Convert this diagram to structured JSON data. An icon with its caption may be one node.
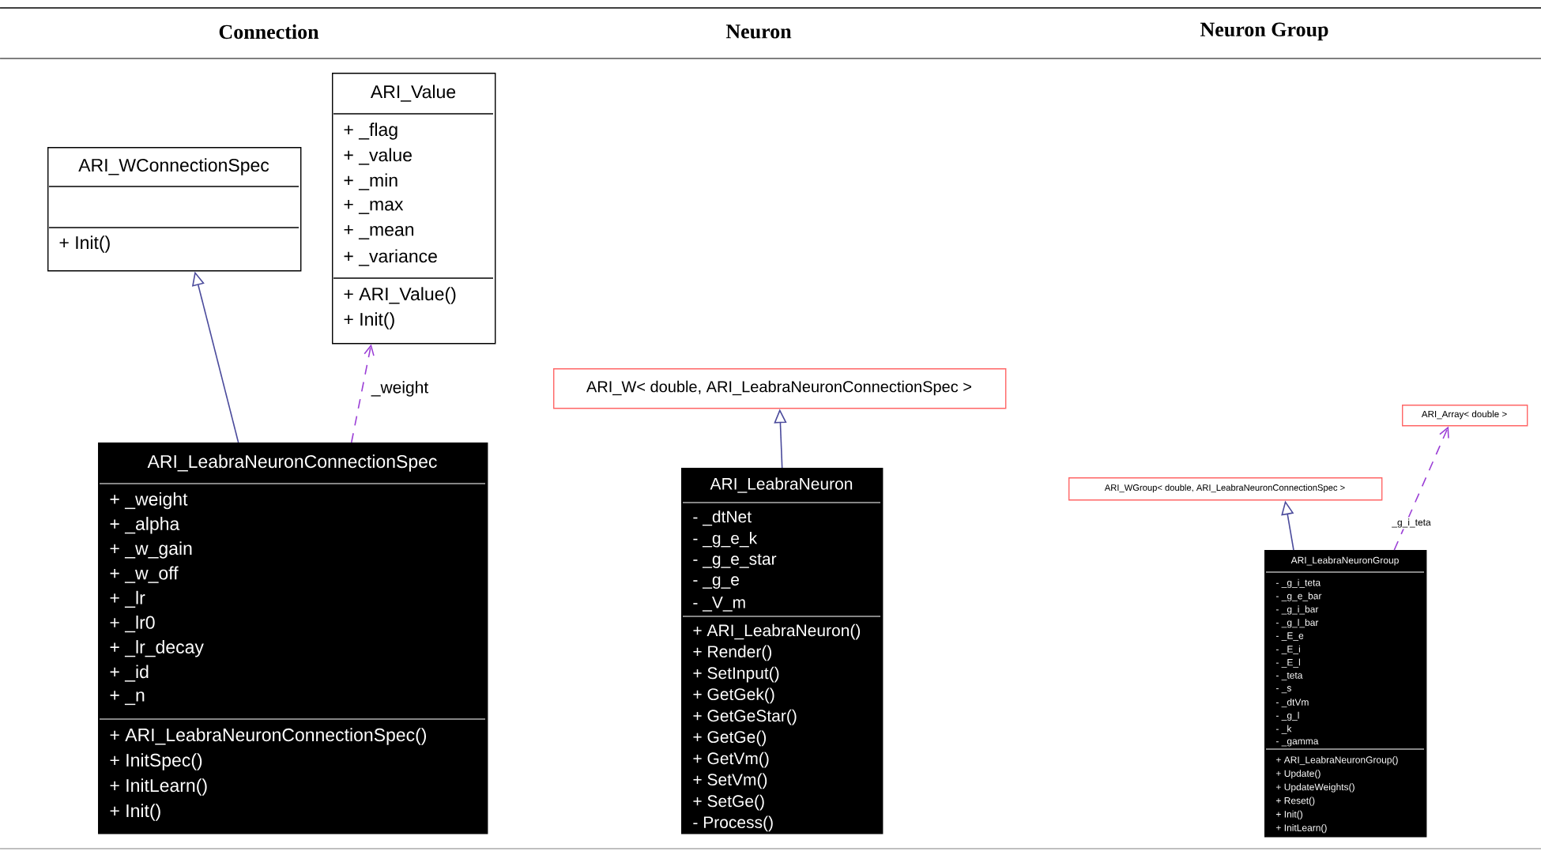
{
  "diagram": {
    "nodes": [
      {
        "text": [
          "ARI_WConnectionSpec",
          "+ Init()"
        ]
      },
      {
        "text": [
          "ARI_Value",
          "+ _flag",
          "+ _value",
          "+ _min",
          "+ _max",
          "+ _mean",
          "+ _variance",
          "+ ARI_Value()",
          "+ Init()"
        ]
      },
      {
        "text": [
          "ARI_LeabraNeuronConnectionSpec",
          "+ _weight",
          "+ _alpha",
          "+ _w_gain",
          "+ _w_off",
          "+ _lr",
          "+ _lr0",
          "+ _lr_decay",
          "+ _id",
          "+ _n",
          "+ ARI_LeabraNeuronConnectionSpec()",
          "+ InitSpec()",
          "+ InitLearn()",
          "+ Init()"
        ]
      },
      {
        "text": [
          "ARI_W< double, ARI_LeabraNeuronConnectionSpec >"
        ]
      },
      {
        "text": [
          "ARI_LeabraNeuron",
          "- _dtNet",
          "- _g_e_k",
          "- _g_e_star",
          "- _g_e",
          "- _V_m",
          "+ ARI_LeabraNeuron()",
          "+ Render()",
          "+ SetInput()",
          "+ GetGek()",
          "+ GetGeStar()",
          "+ GetGe()",
          "+ GetVm()",
          "+ SetVm()",
          "+ SetGe()",
          "- Process()"
        ]
      },
      {
        "text": [
          "ARI_Array< double >"
        ]
      },
      {
        "text": [
          "ARI_WGroup< double, ARI_LeabraNeuronConnectionSpec >"
        ]
      },
      {
        "text": [
          "ARI_LeabraNeuronGroup",
          "- _g_i_teta",
          "- _g_e_bar",
          "- _g_i_bar",
          "- _g_l_bar",
          "- _E_e",
          "- _E_i",
          "- _E_l",
          "- _teta",
          "- _s",
          "- _dtVm",
          "- _g_l",
          "- _k",
          "- _gamma",
          "+ ARI_LeabraNeuronGroup()",
          "+ Update()",
          "+ UpdateWeights()",
          "+ Reset()",
          "+ Init()",
          "+ InitLearn()"
        ]
      }
    ],
    "edges": [
      {
        "from": 2,
        "to": 0,
        "arrow": "to"
      },
      {
        "from": 2,
        "to": 1,
        "arrow": "to",
        "label": "_weight",
        "style": "dashed",
        "color": "#9b3fd6"
      },
      {
        "from": 4,
        "to": 3,
        "arrow": "to"
      },
      {
        "from": 7,
        "to": 6,
        "arrow": "to"
      },
      {
        "from": 7,
        "to": 5,
        "arrow": "to",
        "label": "_g_i_teta",
        "style": "dashed",
        "color": "#9b3fd6"
      }
    ],
    "labels": [
      "Connection",
      "Neuron",
      "Neuron Group"
    ]
  }
}
